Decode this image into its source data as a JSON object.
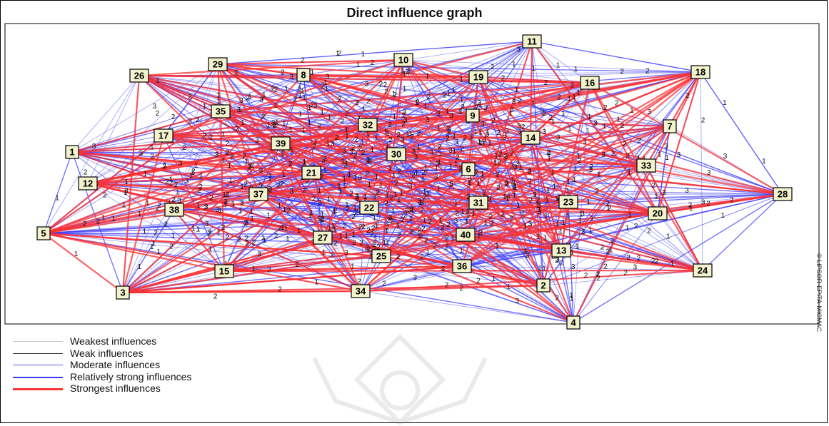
{
  "title": "Direct influence graph",
  "credit": "© LIPSOR-EPITA-MICMAC",
  "legend": [
    {
      "label": "Weakest influences",
      "color": "#c8c8c8",
      "width": 1
    },
    {
      "label": "Weak influences",
      "color": "#333333",
      "width": 1
    },
    {
      "label": "Moderate influences",
      "color": "#5b5bf0",
      "width": 1
    },
    {
      "label": "Relatively strong influences",
      "color": "#3a3aff",
      "width": 2
    },
    {
      "label": "Strongest influences",
      "color": "#ff3030",
      "width": 3
    }
  ],
  "colors": {
    "node_fill": "#f2f2cc",
    "node_border": "#000000",
    "moderate": "#5b5bf0",
    "strong": "#3a3aff",
    "strongest": "#ff3030"
  },
  "nodes": [
    "1",
    "2",
    "3",
    "4",
    "5",
    "6",
    "7",
    "8",
    "9",
    "10",
    "11",
    "12",
    "13",
    "14",
    "15",
    "16",
    "17",
    "18",
    "19",
    "20",
    "21",
    "22",
    "23",
    "24",
    "25",
    "26",
    "27",
    "28",
    "29",
    "30",
    "31",
    "32",
    "33",
    "34",
    "35",
    "36",
    "37",
    "38",
    "39",
    "40"
  ]
}
